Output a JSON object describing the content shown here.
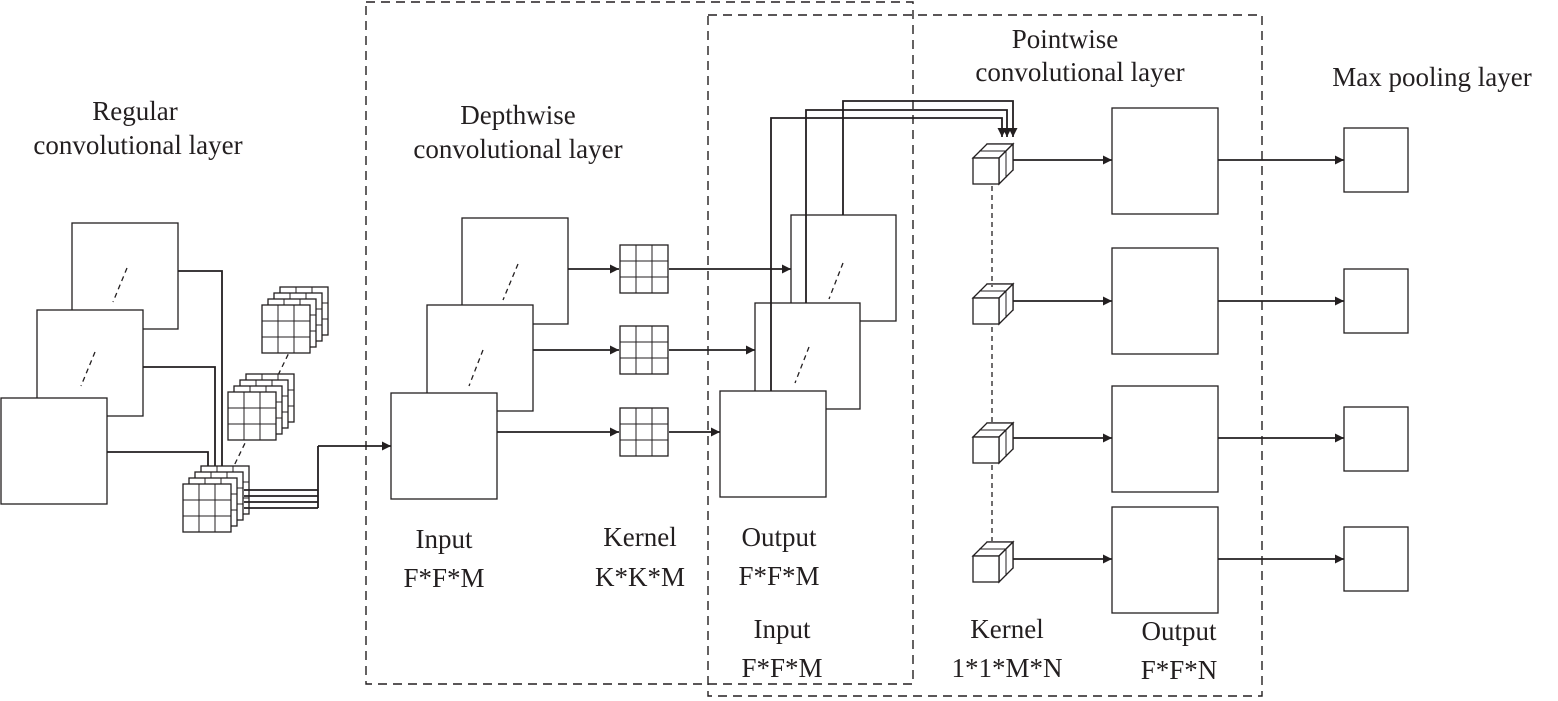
{
  "titles": {
    "regular_1": "Regular",
    "regular_2": "convolutional layer",
    "depthwise_1": "Depthwise",
    "depthwise_2": "convolutional layer",
    "pointwise_1": "Pointwise",
    "pointwise_2": "convolutional layer",
    "maxpool": "Max pooling layer"
  },
  "labels": {
    "dw_input_1": "Input",
    "dw_input_2": "F*F*M",
    "dw_kernel_1": "Kernel",
    "dw_kernel_2": "K*K*M",
    "dw_output_1": "Output",
    "dw_output_2": "F*F*M",
    "pw_input_1": "Input",
    "pw_input_2": "F*F*M",
    "pw_kernel_1": "Kernel",
    "pw_kernel_2": "1*1*M*N",
    "pw_output_1": "Output",
    "pw_output_2": "F*F*N"
  },
  "colors": {
    "stroke": "#231f20",
    "background": "#ffffff"
  }
}
